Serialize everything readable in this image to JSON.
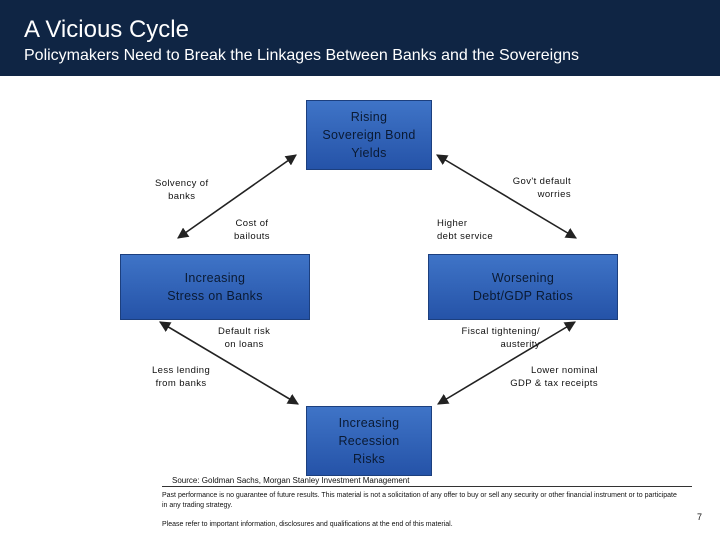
{
  "header": {
    "title": "A Vicious Cycle",
    "subtitle": "Policymakers Need to Break the Linkages Between Banks and the Sovereigns"
  },
  "diagram": {
    "nodes": {
      "top": "Rising\nSovereign Bond\nYields",
      "left": "Increasing\nStress on Banks",
      "right": "Worsening\nDebt/GDP Ratios",
      "bottom": "Increasing\nRecession\nRisks"
    },
    "edge_labels": {
      "solvency": "Solvency of\nbanks",
      "default_worries": "Gov't default\nworries",
      "cost_bailouts": "Cost of\nbailouts",
      "higher_debt": "Higher\ndebt service",
      "default_risk": "Default risk\non loans",
      "fiscal": "Fiscal tightening/\nausterity",
      "less_lending": "Less lending\nfrom banks",
      "lower_gdp": "Lower nominal\nGDP & tax receipts"
    },
    "colors": {
      "box_fill": "#3163b8",
      "header_bg": "#0f2544"
    }
  },
  "footer": {
    "source": "Source: Goldman Sachs, Morgan Stanley Investment Management",
    "disclaimer": "Past performance is no guarantee of future results. This material is not a solicitation of any offer to buy or sell any security or other financial instrument or to participate in any trading strategy.",
    "refer": "Please refer to important information, disclosures and qualifications at the end of this material.",
    "page_number": "7"
  }
}
